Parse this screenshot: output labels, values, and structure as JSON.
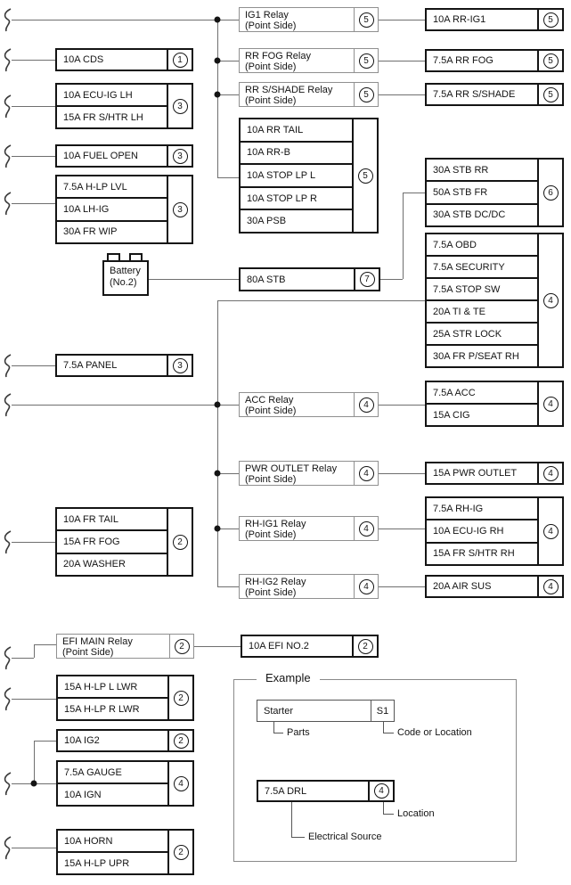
{
  "colors": {
    "paper": "#ffffff",
    "ink": "#141414",
    "wire": "#6f6f6f",
    "relay-border": "#909090"
  },
  "battery": {
    "line1": "Battery",
    "line2": "(No.2)"
  },
  "boxes": {
    "cds": {
      "rows": [
        "10A CDS"
      ],
      "loc": "1"
    },
    "ecu_ig_lh": {
      "rows": [
        "10A ECU-IG LH",
        "15A FR S/HTR LH"
      ],
      "loc": "3"
    },
    "fuel_open": {
      "rows": [
        "10A FUEL OPEN"
      ],
      "loc": "3"
    },
    "hlp_lvl": {
      "rows": [
        "7.5A H-LP LVL",
        "10A LH-IG",
        "30A FR WIP"
      ],
      "loc": "3"
    },
    "panel": {
      "rows": [
        "7.5A PANEL"
      ],
      "loc": "3"
    },
    "fr_tail": {
      "rows": [
        "10A FR TAIL",
        "15A FR FOG",
        "20A WASHER"
      ],
      "loc": "2"
    },
    "efi_main_relay": {
      "lines": [
        "EFI MAIN Relay",
        "(Point Side)"
      ],
      "loc": "2"
    },
    "hlp_lwr": {
      "rows": [
        "15A H-LP L LWR",
        "15A H-LP R LWR"
      ],
      "loc": "2"
    },
    "ig2": {
      "rows": [
        "10A IG2"
      ],
      "loc": "2"
    },
    "gauge": {
      "rows": [
        "7.5A GAUGE",
        "10A IGN"
      ],
      "loc": "4"
    },
    "horn": {
      "rows": [
        "10A HORN",
        "15A H-LP UPR"
      ],
      "loc": "2"
    },
    "ig1_relay": {
      "lines": [
        "IG1 Relay",
        "(Point Side)"
      ],
      "loc": "5"
    },
    "rr_fog_relay": {
      "lines": [
        "RR FOG Relay",
        "(Point Side)"
      ],
      "loc": "5"
    },
    "rr_sshade_relay": {
      "lines": [
        "RR S/SHADE Relay",
        "(Point Side)"
      ],
      "loc": "5"
    },
    "rr_block": {
      "rows": [
        "10A RR TAIL",
        "10A RR-B",
        "10A STOP LP L",
        "10A STOP LP R",
        "30A PSB"
      ],
      "loc": "5"
    },
    "stb_80": {
      "rows": [
        "80A STB"
      ],
      "loc": "7"
    },
    "acc_relay": {
      "lines": [
        "ACC Relay",
        "(Point Side)"
      ],
      "loc": "4"
    },
    "pwr_outlet_relay": {
      "lines": [
        "PWR OUTLET Relay",
        "(Point Side)"
      ],
      "loc": "4"
    },
    "rh_ig1_relay": {
      "lines": [
        "RH-IG1 Relay",
        "(Point Side)"
      ],
      "loc": "4"
    },
    "rh_ig2_relay": {
      "lines": [
        "RH-IG2 Relay",
        "(Point Side)"
      ],
      "loc": "4"
    },
    "efi_no2": {
      "rows": [
        "10A EFI NO.2"
      ],
      "loc": "2"
    },
    "rr_ig1": {
      "rows": [
        "10A RR-IG1"
      ],
      "loc": "5"
    },
    "rr_fog": {
      "rows": [
        "7.5A RR FOG"
      ],
      "loc": "5"
    },
    "rr_sshade": {
      "rows": [
        "7.5A RR S/SHADE"
      ],
      "loc": "5"
    },
    "stb_block": {
      "rows": [
        "30A STB RR",
        "50A STB FR",
        "30A STB DC/DC"
      ],
      "loc": "6"
    },
    "obd_block": {
      "rows": [
        "7.5A OBD",
        "7.5A SECURITY",
        "7.5A STOP SW",
        "20A TI & TE",
        "25A STR LOCK",
        "30A FR P/SEAT RH"
      ],
      "loc": "4"
    },
    "acc_block": {
      "rows": [
        "7.5A ACC",
        "15A CIG"
      ],
      "loc": "4"
    },
    "pwr_outlet": {
      "rows": [
        "15A PWR OUTLET"
      ],
      "loc": "4"
    },
    "rh_block": {
      "rows": [
        "7.5A RH-IG",
        "10A ECU-IG RH",
        "15A FR S/HTR RH"
      ],
      "loc": "4"
    },
    "air_sus": {
      "rows": [
        "20A AIR SUS"
      ],
      "loc": "4"
    }
  },
  "example": {
    "title": "Example",
    "starter": {
      "label": "Starter",
      "code": "S1"
    },
    "caption_parts": "Parts",
    "caption_code": "Code or Location",
    "drl": {
      "label": "7.5A DRL",
      "loc": "4"
    },
    "caption_location": "Location",
    "caption_source": "Electrical Source"
  }
}
